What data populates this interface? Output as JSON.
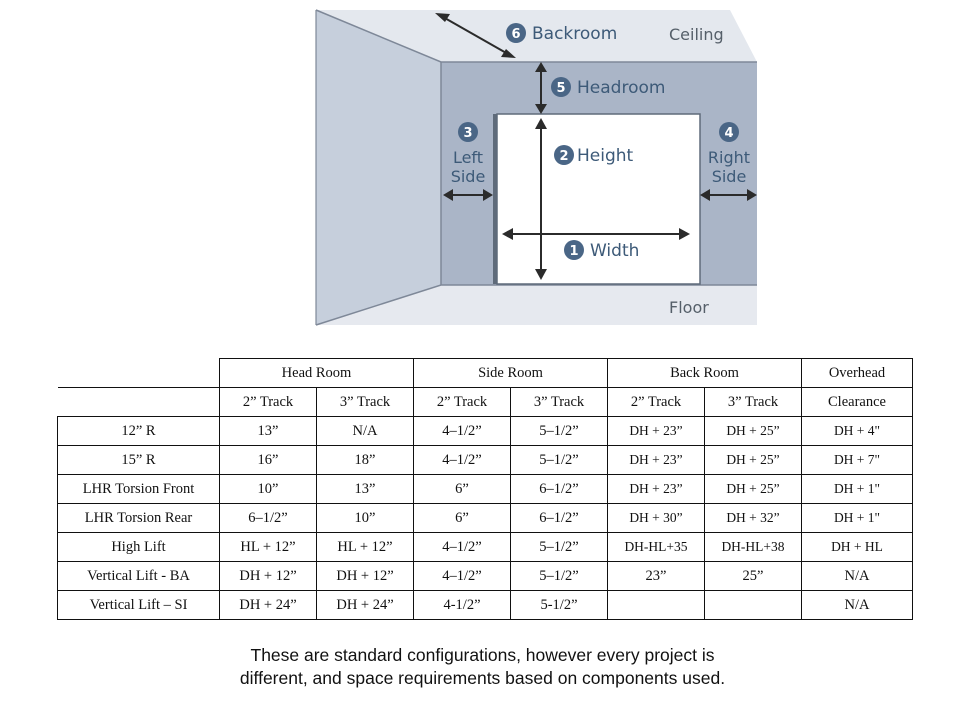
{
  "diagram": {
    "labels": {
      "backroom": {
        "num": "6",
        "text": "Backroom"
      },
      "headroom": {
        "num": "5",
        "text": "Headroom"
      },
      "left_side": {
        "num": "3",
        "line1": "Left",
        "line2": "Side"
      },
      "right_side": {
        "num": "4",
        "line1": "Right",
        "line2": "Side"
      },
      "height": {
        "num": "2",
        "text": "Height"
      },
      "width": {
        "num": "1",
        "text": "Width"
      },
      "ceiling": "Ceiling",
      "floor": "Floor"
    },
    "colors": {
      "wall": "#b9c3d3",
      "back_wall": "#a9b4c6",
      "light_face": "#e6e9ef",
      "door": "#ffffff",
      "accent": "#4a6686"
    }
  },
  "table": {
    "groups": [
      "Head Room",
      "Side Room",
      "Back Room",
      "Overhead"
    ],
    "subheaders": [
      "2” Track",
      "3” Track",
      "2” Track",
      "3” Track",
      "2” Track",
      "3” Track",
      "Clearance"
    ],
    "rows": [
      {
        "label": "12” R",
        "cells": [
          "13”",
          "N/A",
          "4–1/2”",
          "5–1/2”",
          "DH + 23”",
          "DH + 25”",
          "DH + 4\""
        ]
      },
      {
        "label": "15” R",
        "cells": [
          "16”",
          "18”",
          "4–1/2”",
          "5–1/2”",
          "DH + 23”",
          "DH + 25”",
          "DH + 7\""
        ]
      },
      {
        "label": "LHR Torsion Front",
        "cells": [
          "10”",
          "13”",
          "6”",
          "6–1/2”",
          "DH + 23”",
          "DH + 25”",
          "DH + 1\""
        ]
      },
      {
        "label": "LHR Torsion Rear",
        "cells": [
          "6–1/2”",
          "10”",
          "6”",
          "6–1/2”",
          "DH + 30”",
          "DH + 32”",
          "DH + 1\""
        ]
      },
      {
        "label": "High Lift",
        "cells": [
          "HL + 12”",
          "HL + 12”",
          "4–1/2”",
          "5–1/2”",
          "DH-HL+35",
          "DH-HL+38",
          "DH + HL"
        ]
      },
      {
        "label": "Vertical Lift - BA",
        "cells": [
          "DH + 12”",
          "DH + 12”",
          "4–1/2”",
          "5–1/2”",
          "23”",
          "25”",
          "N/A"
        ]
      },
      {
        "label": "Vertical Lift – SI",
        "cells": [
          "DH + 24”",
          "DH + 24”",
          "4-1/2”",
          "5-1/2”",
          "",
          "",
          "N/A"
        ]
      }
    ]
  },
  "note": {
    "line1": "These are standard configurations, however every project is",
    "line2": "different, and space requirements based on components used."
  }
}
